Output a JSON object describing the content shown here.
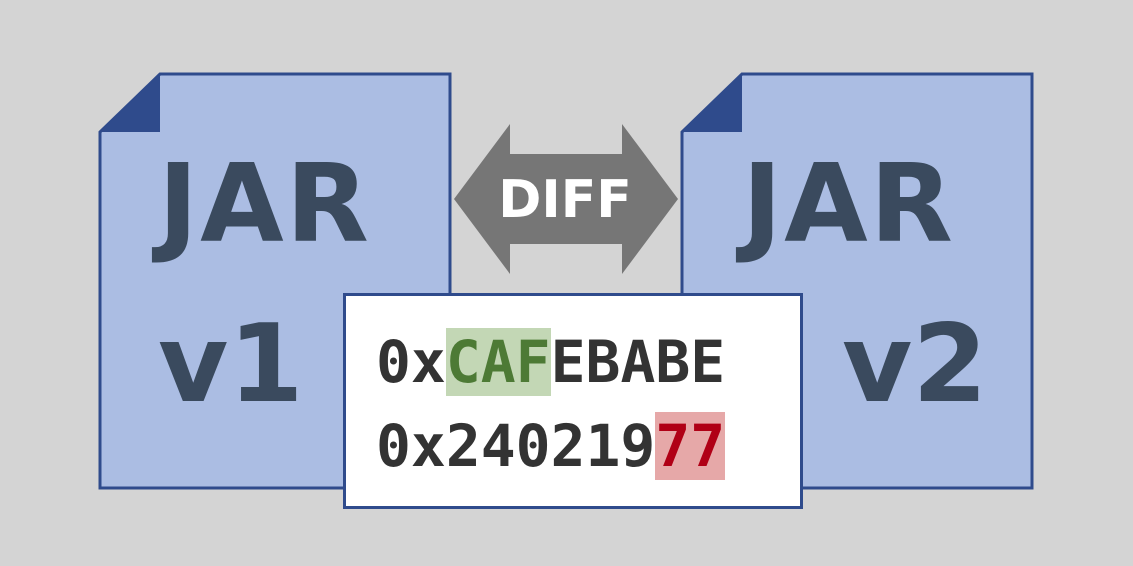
{
  "documents": [
    {
      "title": "JAR",
      "version": "v1"
    },
    {
      "title": "JAR",
      "version": "v2"
    }
  ],
  "arrow": {
    "label": "DIFF"
  },
  "hex": {
    "line1": {
      "prefix": "0x",
      "highlight": "CAF",
      "suffix": "EBABE"
    },
    "line2": {
      "prefix": "0x240219",
      "highlight": "77",
      "suffix": ""
    }
  },
  "colors": {
    "background": "#d4d4d4",
    "document_fill": "#abbde3",
    "document_border": "#2f4b8c",
    "document_text": "#3a4a5e",
    "arrow": "#767676",
    "added_highlight": "#c3d7b5",
    "added_text": "#4d7a35",
    "removed_highlight": "#e6a8a8",
    "removed_text": "#b00016"
  }
}
